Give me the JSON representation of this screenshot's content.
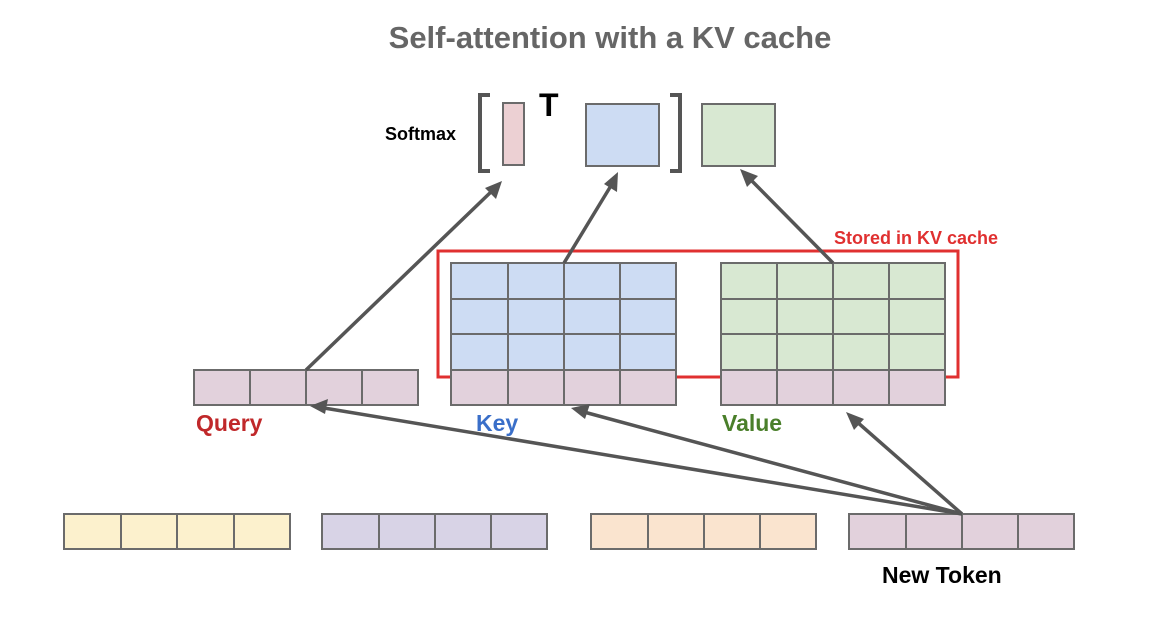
{
  "title": "Self-attention with a KV cache",
  "softmax_label": "Softmax",
  "transpose_label": "T",
  "kv_cache_label": "Stored in KV cache",
  "query_label": "Query",
  "key_label": "Key",
  "value_label": "Value",
  "new_token_label": "New Token",
  "colors": {
    "query_text": "#c0282a",
    "key_text": "#3a6fc9",
    "value_text": "#4a7f2a",
    "kv_box": "#e03030",
    "key_fill": "#cddcf3",
    "value_fill": "#d8e8d2",
    "query_fill": "#e2d1dc",
    "softmax_query_fill": "#ecd0d3",
    "token_fills": [
      "#fcf1cd",
      "#d8d3e6",
      "#fae4cf",
      "#e2d1dc"
    ]
  }
}
